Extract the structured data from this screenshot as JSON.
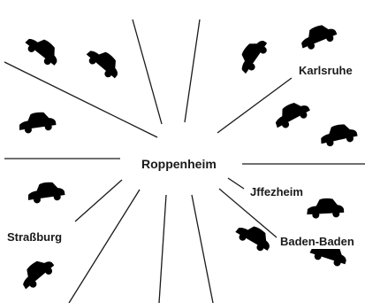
{
  "center": {
    "label": "Roppenheim"
  },
  "places": {
    "karlsruhe": "Karlsruhe",
    "iffezheim": "Jffezheim",
    "baden_baden": "Baden-Baden",
    "strassburg": "Straßburg"
  },
  "colors": {
    "stroke": "#1a1a1a",
    "background": "#ffffff"
  },
  "icons": {
    "car": "car-icon"
  }
}
